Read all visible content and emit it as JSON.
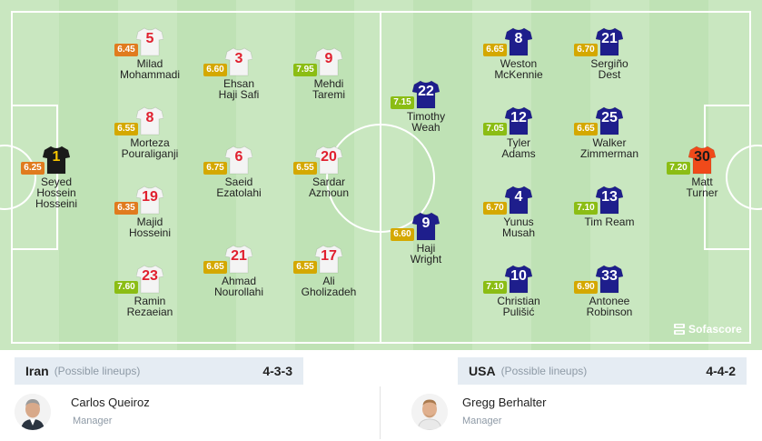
{
  "colors": {
    "home_shirt": "#f4f4f4",
    "home_shirt_number": "#e0202f",
    "home_gk_shirt": "#1a1a1a",
    "home_gk_number": "#f5c400",
    "away_shirt": "#1e1e8c",
    "away_shirt_number": "#ffffff",
    "away_gk_shirt": "#f04a1a",
    "away_gk_number": "#1a1a1a",
    "rating_orange": "#e07b1e",
    "rating_yellow": "#d4a800",
    "rating_green": "#8bbd14",
    "pitch": "#c9e7c0"
  },
  "home": {
    "team": "Iran",
    "subtitle": "(Possible lineups)",
    "formation": "4-3-3",
    "manager": {
      "name": "Carlos Queiroz",
      "role": "Manager"
    },
    "players": [
      {
        "number": "1",
        "name": "Seyed\nHossein\nHosseini",
        "rating": "6.25",
        "rating_color": "orange",
        "gk": true
      },
      {
        "number": "5",
        "name": "Milad\nMohammadi",
        "rating": "6.45",
        "rating_color": "orange"
      },
      {
        "number": "8",
        "name": "Morteza\nPouraliganji",
        "rating": "6.55",
        "rating_color": "yellow"
      },
      {
        "number": "19",
        "name": "Majid\nHosseini",
        "rating": "6.35",
        "rating_color": "orange"
      },
      {
        "number": "23",
        "name": "Ramin\nRezaeian",
        "rating": "7.60",
        "rating_color": "green"
      },
      {
        "number": "3",
        "name": "Ehsan\nHaji Safi",
        "rating": "6.60",
        "rating_color": "yellow"
      },
      {
        "number": "6",
        "name": "Saeid\nEzatolahi",
        "rating": "6.75",
        "rating_color": "yellow"
      },
      {
        "number": "21",
        "name": "Ahmad\nNourollahi",
        "rating": "6.65",
        "rating_color": "yellow"
      },
      {
        "number": "9",
        "name": "Mehdi\nTaremi",
        "rating": "7.95",
        "rating_color": "green"
      },
      {
        "number": "20",
        "name": "Sardar\nAzmoun",
        "rating": "6.55",
        "rating_color": "yellow"
      },
      {
        "number": "17",
        "name": "Ali\nGholizadeh",
        "rating": "6.55",
        "rating_color": "yellow"
      }
    ]
  },
  "away": {
    "team": "USA",
    "subtitle": "(Possible lineups)",
    "formation": "4-4-2",
    "manager": {
      "name": "Gregg Berhalter",
      "role": "Manager"
    },
    "players": [
      {
        "number": "22",
        "name": "Timothy\nWeah",
        "rating": "7.15",
        "rating_color": "green"
      },
      {
        "number": "9",
        "name": "Haji\nWright",
        "rating": "6.60",
        "rating_color": "yellow"
      },
      {
        "number": "8",
        "name": "Weston\nMcKennie",
        "rating": "6.65",
        "rating_color": "yellow"
      },
      {
        "number": "12",
        "name": "Tyler\nAdams",
        "rating": "7.05",
        "rating_color": "green"
      },
      {
        "number": "4",
        "name": "Yunus\nMusah",
        "rating": "6.70",
        "rating_color": "yellow"
      },
      {
        "number": "10",
        "name": "Christian\nPulišić",
        "rating": "7.10",
        "rating_color": "green"
      },
      {
        "number": "21",
        "name": "Sergiño\nDest",
        "rating": "6.70",
        "rating_color": "yellow"
      },
      {
        "number": "25",
        "name": "Walker\nZimmerman",
        "rating": "6.65",
        "rating_color": "yellow"
      },
      {
        "number": "13",
        "name": "Tim Ream",
        "rating": "7.10",
        "rating_color": "green"
      },
      {
        "number": "33",
        "name": "Antonee\nRobinson",
        "rating": "6.90",
        "rating_color": "yellow"
      },
      {
        "number": "30",
        "name": "Matt\nTurner",
        "rating": "7.20",
        "rating_color": "green",
        "gk": true
      }
    ]
  },
  "branding": {
    "logo_text": "Sofascore",
    "logo_icon": "sofascore-icon"
  }
}
